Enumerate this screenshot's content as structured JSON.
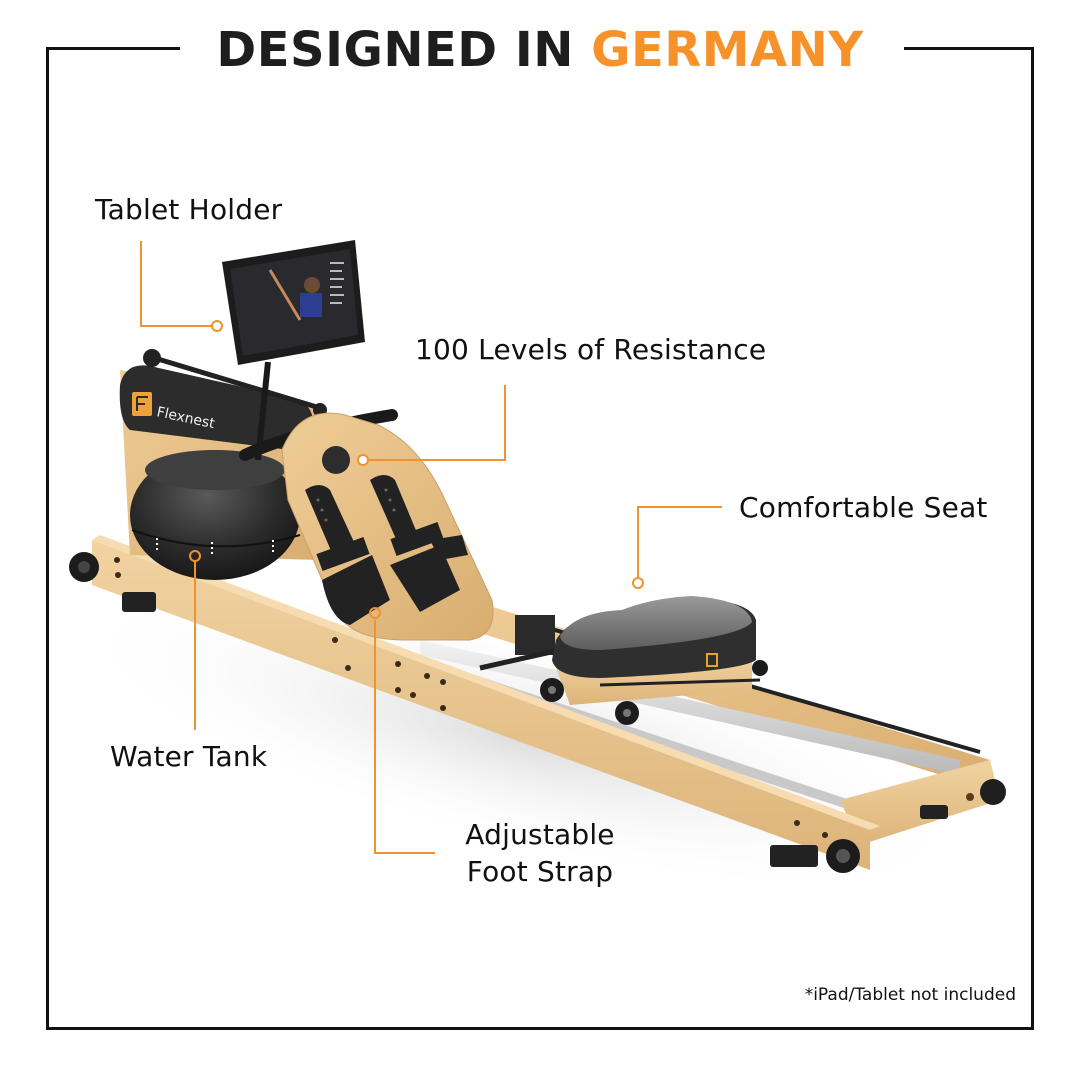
{
  "header": {
    "title_part1": "DESIGNED IN",
    "title_part2": "GERMANY",
    "accent_color": "#f7922b",
    "text_color": "#1e1e1e"
  },
  "product": {
    "brand": "Flexnest",
    "type": "water rowing machine",
    "frame_material": "wood"
  },
  "callouts": [
    {
      "id": "tablet-holder",
      "label": "Tablet Holder"
    },
    {
      "id": "resistance",
      "label": "100 Levels of Resistance"
    },
    {
      "id": "seat",
      "label": "Comfortable Seat"
    },
    {
      "id": "water-tank",
      "label": "Water Tank"
    },
    {
      "id": "foot-strap",
      "label_line1": "Adjustable",
      "label_line2": "Foot Strap"
    }
  ],
  "footnote": "*iPad/Tablet not included",
  "colors": {
    "callout_line": "#f0922e",
    "wood": "#e8c48e",
    "dark_parts": "#2a2a2a",
    "border": "#111111"
  }
}
